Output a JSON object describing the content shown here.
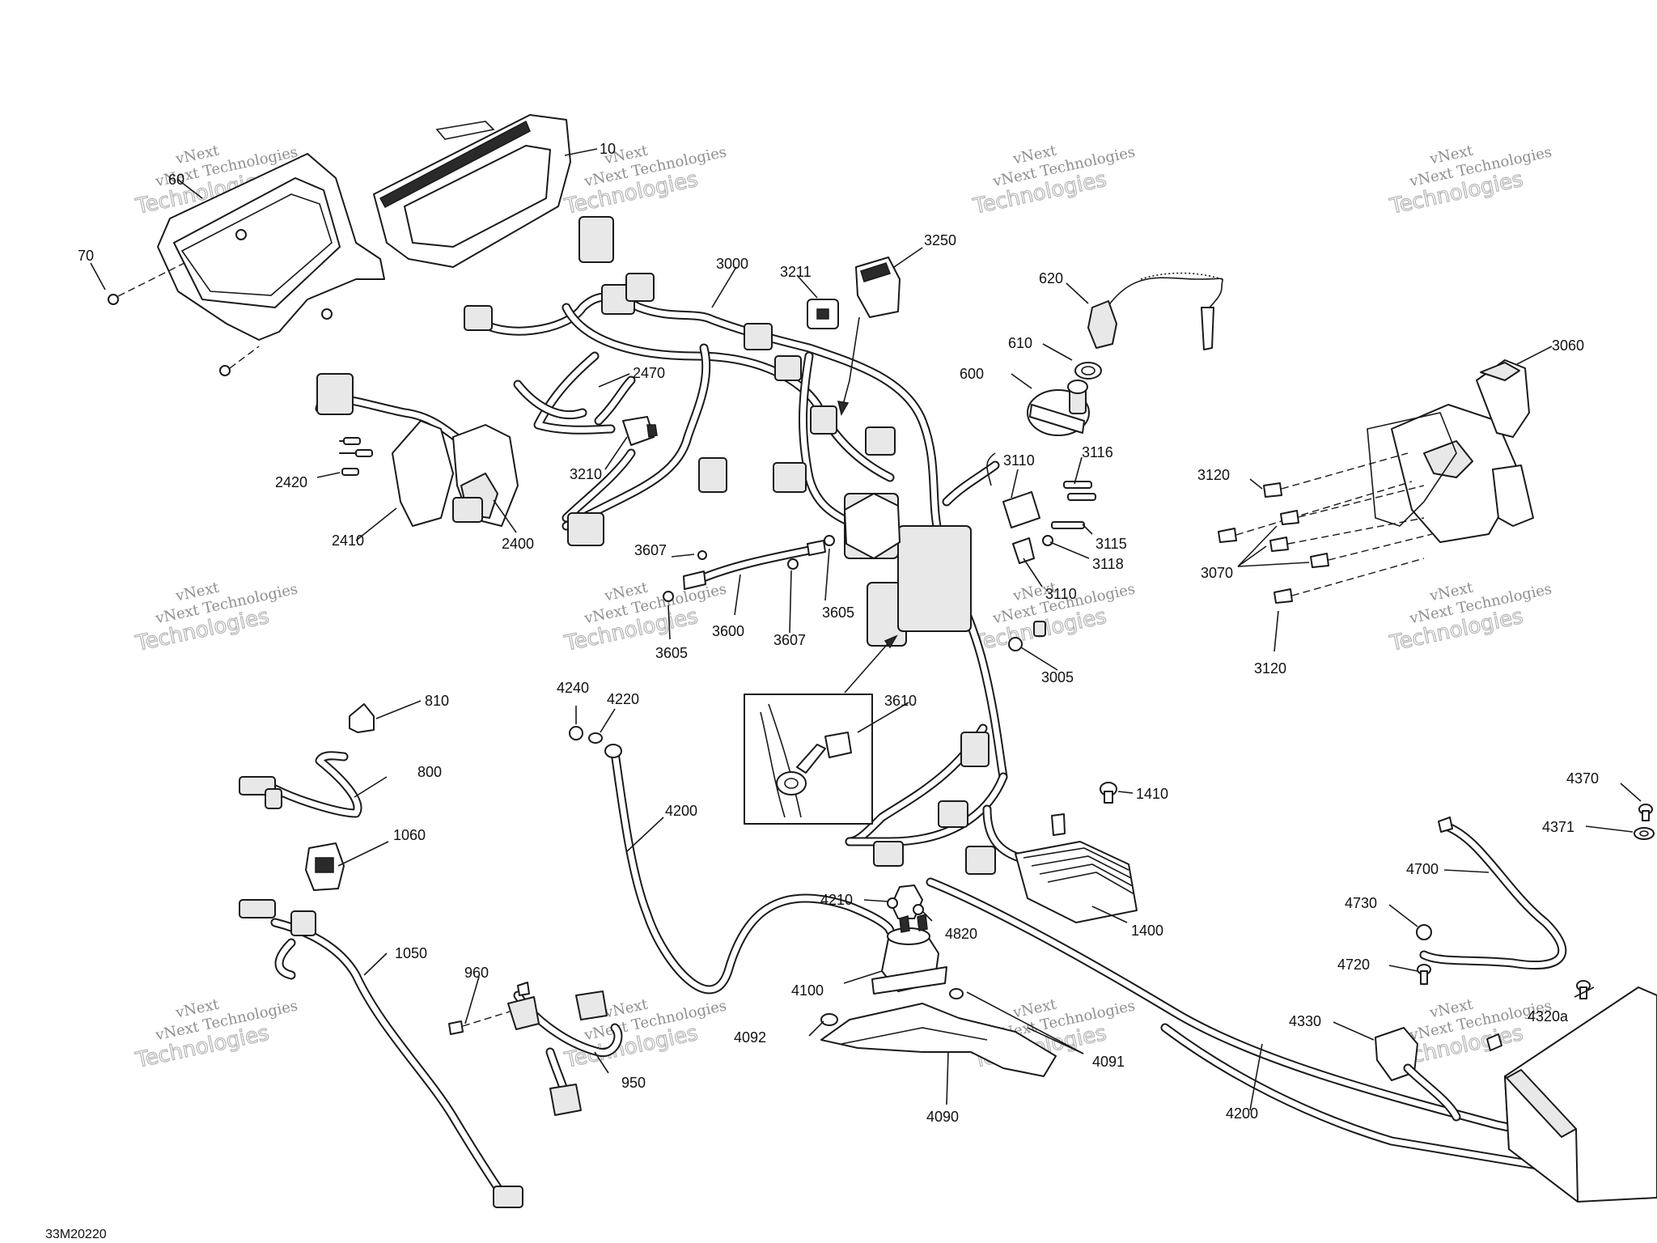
{
  "diagram": {
    "drawing_ref": "33M20220",
    "watermark": {
      "line1": "vNext",
      "line2": "vNext Technologies",
      "line3": "Technologies"
    },
    "callouts": {
      "c10": "10",
      "c60": "60",
      "c70": "70",
      "c3000": "3000",
      "c3211": "3211",
      "c3250": "3250",
      "c620": "620",
      "c610": "610",
      "c600": "600",
      "c3060": "3060",
      "c2470": "2470",
      "c3210": "3210",
      "c2420": "2420",
      "c2410": "2410",
      "c2400": "2400",
      "c3110a": "3110",
      "c3116": "3116",
      "c3115": "3115",
      "c3118": "3118",
      "c3110b": "3110",
      "c3120a": "3120",
      "c3070": "3070",
      "c3120b": "3120",
      "c3607a": "3607",
      "c3605a": "3605",
      "c3600": "3600",
      "c3605b": "3605",
      "c3607b": "3607",
      "c3005": "3005",
      "c3610": "3610",
      "c810": "810",
      "c800": "800",
      "c1060": "1060",
      "c1050": "1050",
      "c4240": "4240",
      "c4220": "4220",
      "c4200a": "4200",
      "c1410": "1410",
      "c1400": "1400",
      "c4210": "4210",
      "c4820": "4820",
      "c4100": "4100",
      "c4092": "4092",
      "c4091": "4091",
      "c4090": "4090",
      "c960": "960",
      "c950": "950",
      "c4370": "4370",
      "c4371": "4371",
      "c4700": "4700",
      "c4730": "4730",
      "c4720": "4720",
      "c4330": "4330",
      "c4320a": "4320a",
      "c4200b": "4200"
    }
  }
}
